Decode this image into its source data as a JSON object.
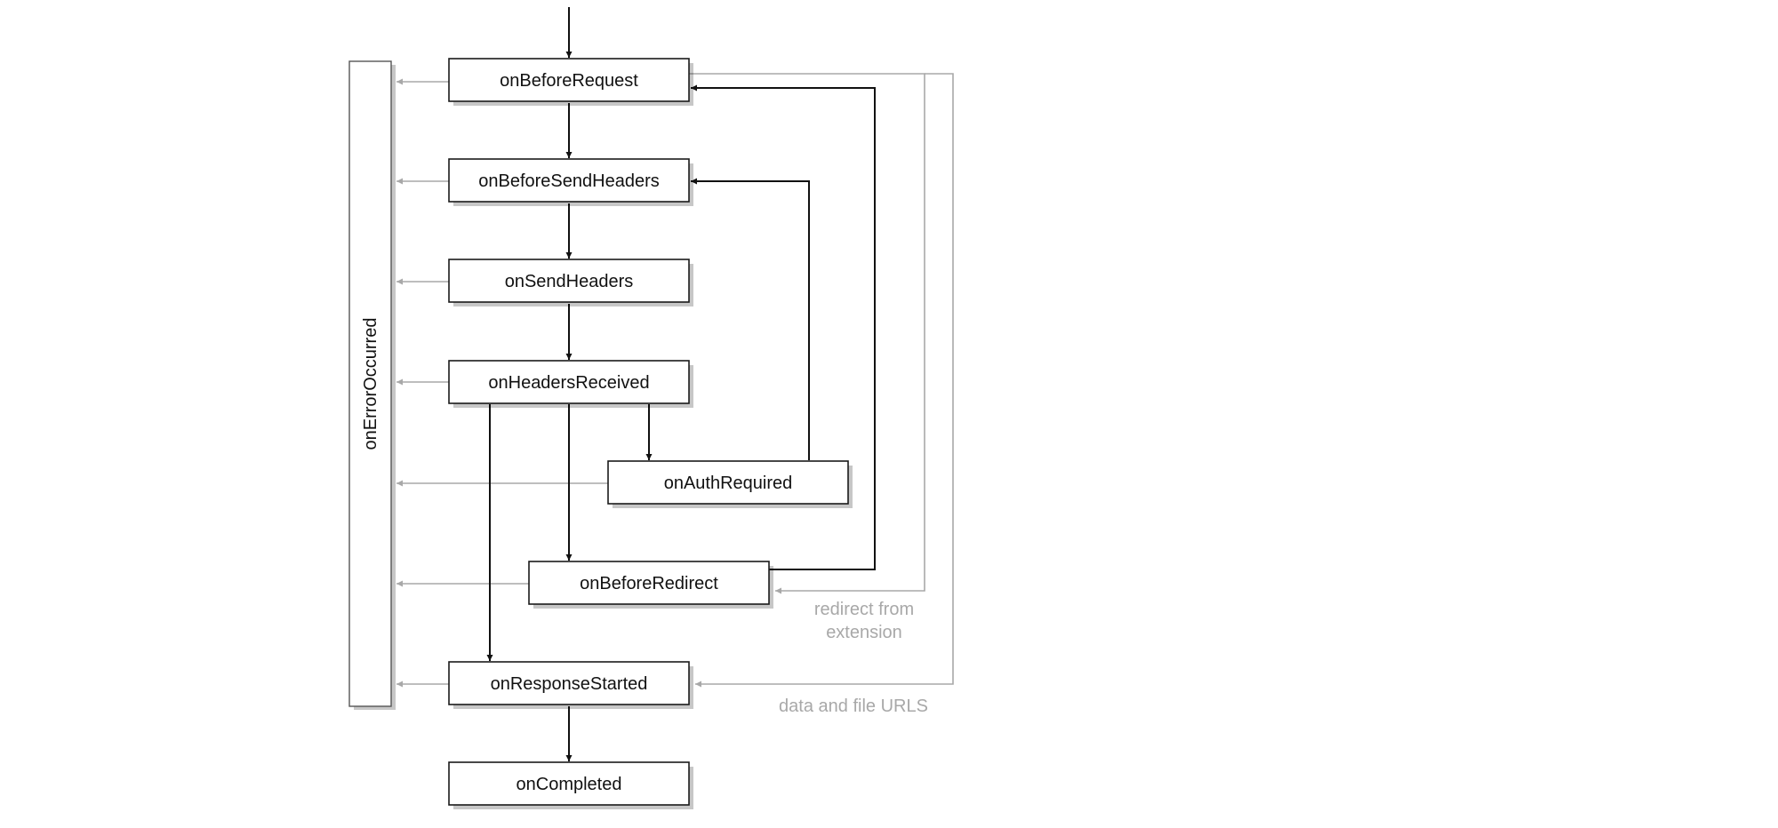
{
  "diagram": {
    "nodes": [
      {
        "id": "n1",
        "label": "onBeforeRequest"
      },
      {
        "id": "n2",
        "label": "onBeforeSendHeaders"
      },
      {
        "id": "n3",
        "label": "onSendHeaders"
      },
      {
        "id": "n4",
        "label": "onHeadersReceived"
      },
      {
        "id": "n5",
        "label": "onAuthRequired"
      },
      {
        "id": "n6",
        "label": "onBeforeRedirect"
      },
      {
        "id": "n7",
        "label": "onResponseStarted"
      },
      {
        "id": "n8",
        "label": "onCompleted"
      }
    ],
    "error_node": {
      "label": "onErrorOccurred"
    },
    "notes": {
      "redirect_line1": "redirect from",
      "redirect_line2": "extension",
      "data_file": "data and file URLS"
    },
    "colors": {
      "main_flow": "#111111",
      "secondary_flow": "#a8a8a8",
      "box_border": "#1a1a1a",
      "background": "#ffffff"
    }
  }
}
